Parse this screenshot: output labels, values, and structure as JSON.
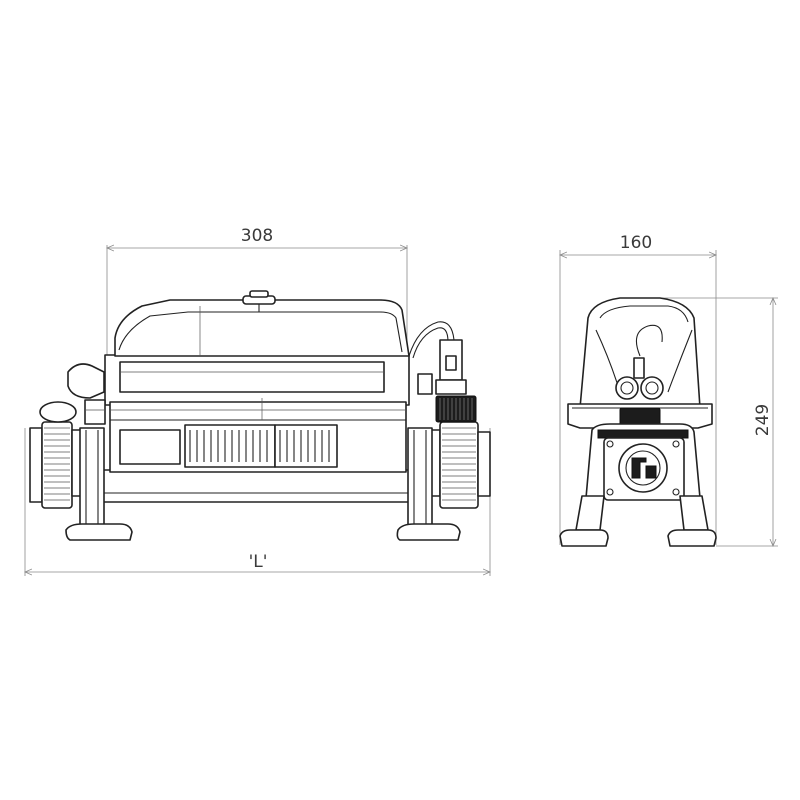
{
  "dimensions": {
    "front_width": "308",
    "overall_length": "'L'",
    "side_width": "160",
    "side_height": "249"
  },
  "colors": {
    "outline": "#222222",
    "dimension_line": "#8a8a8a",
    "dimension_text": "#3a3a3a"
  }
}
